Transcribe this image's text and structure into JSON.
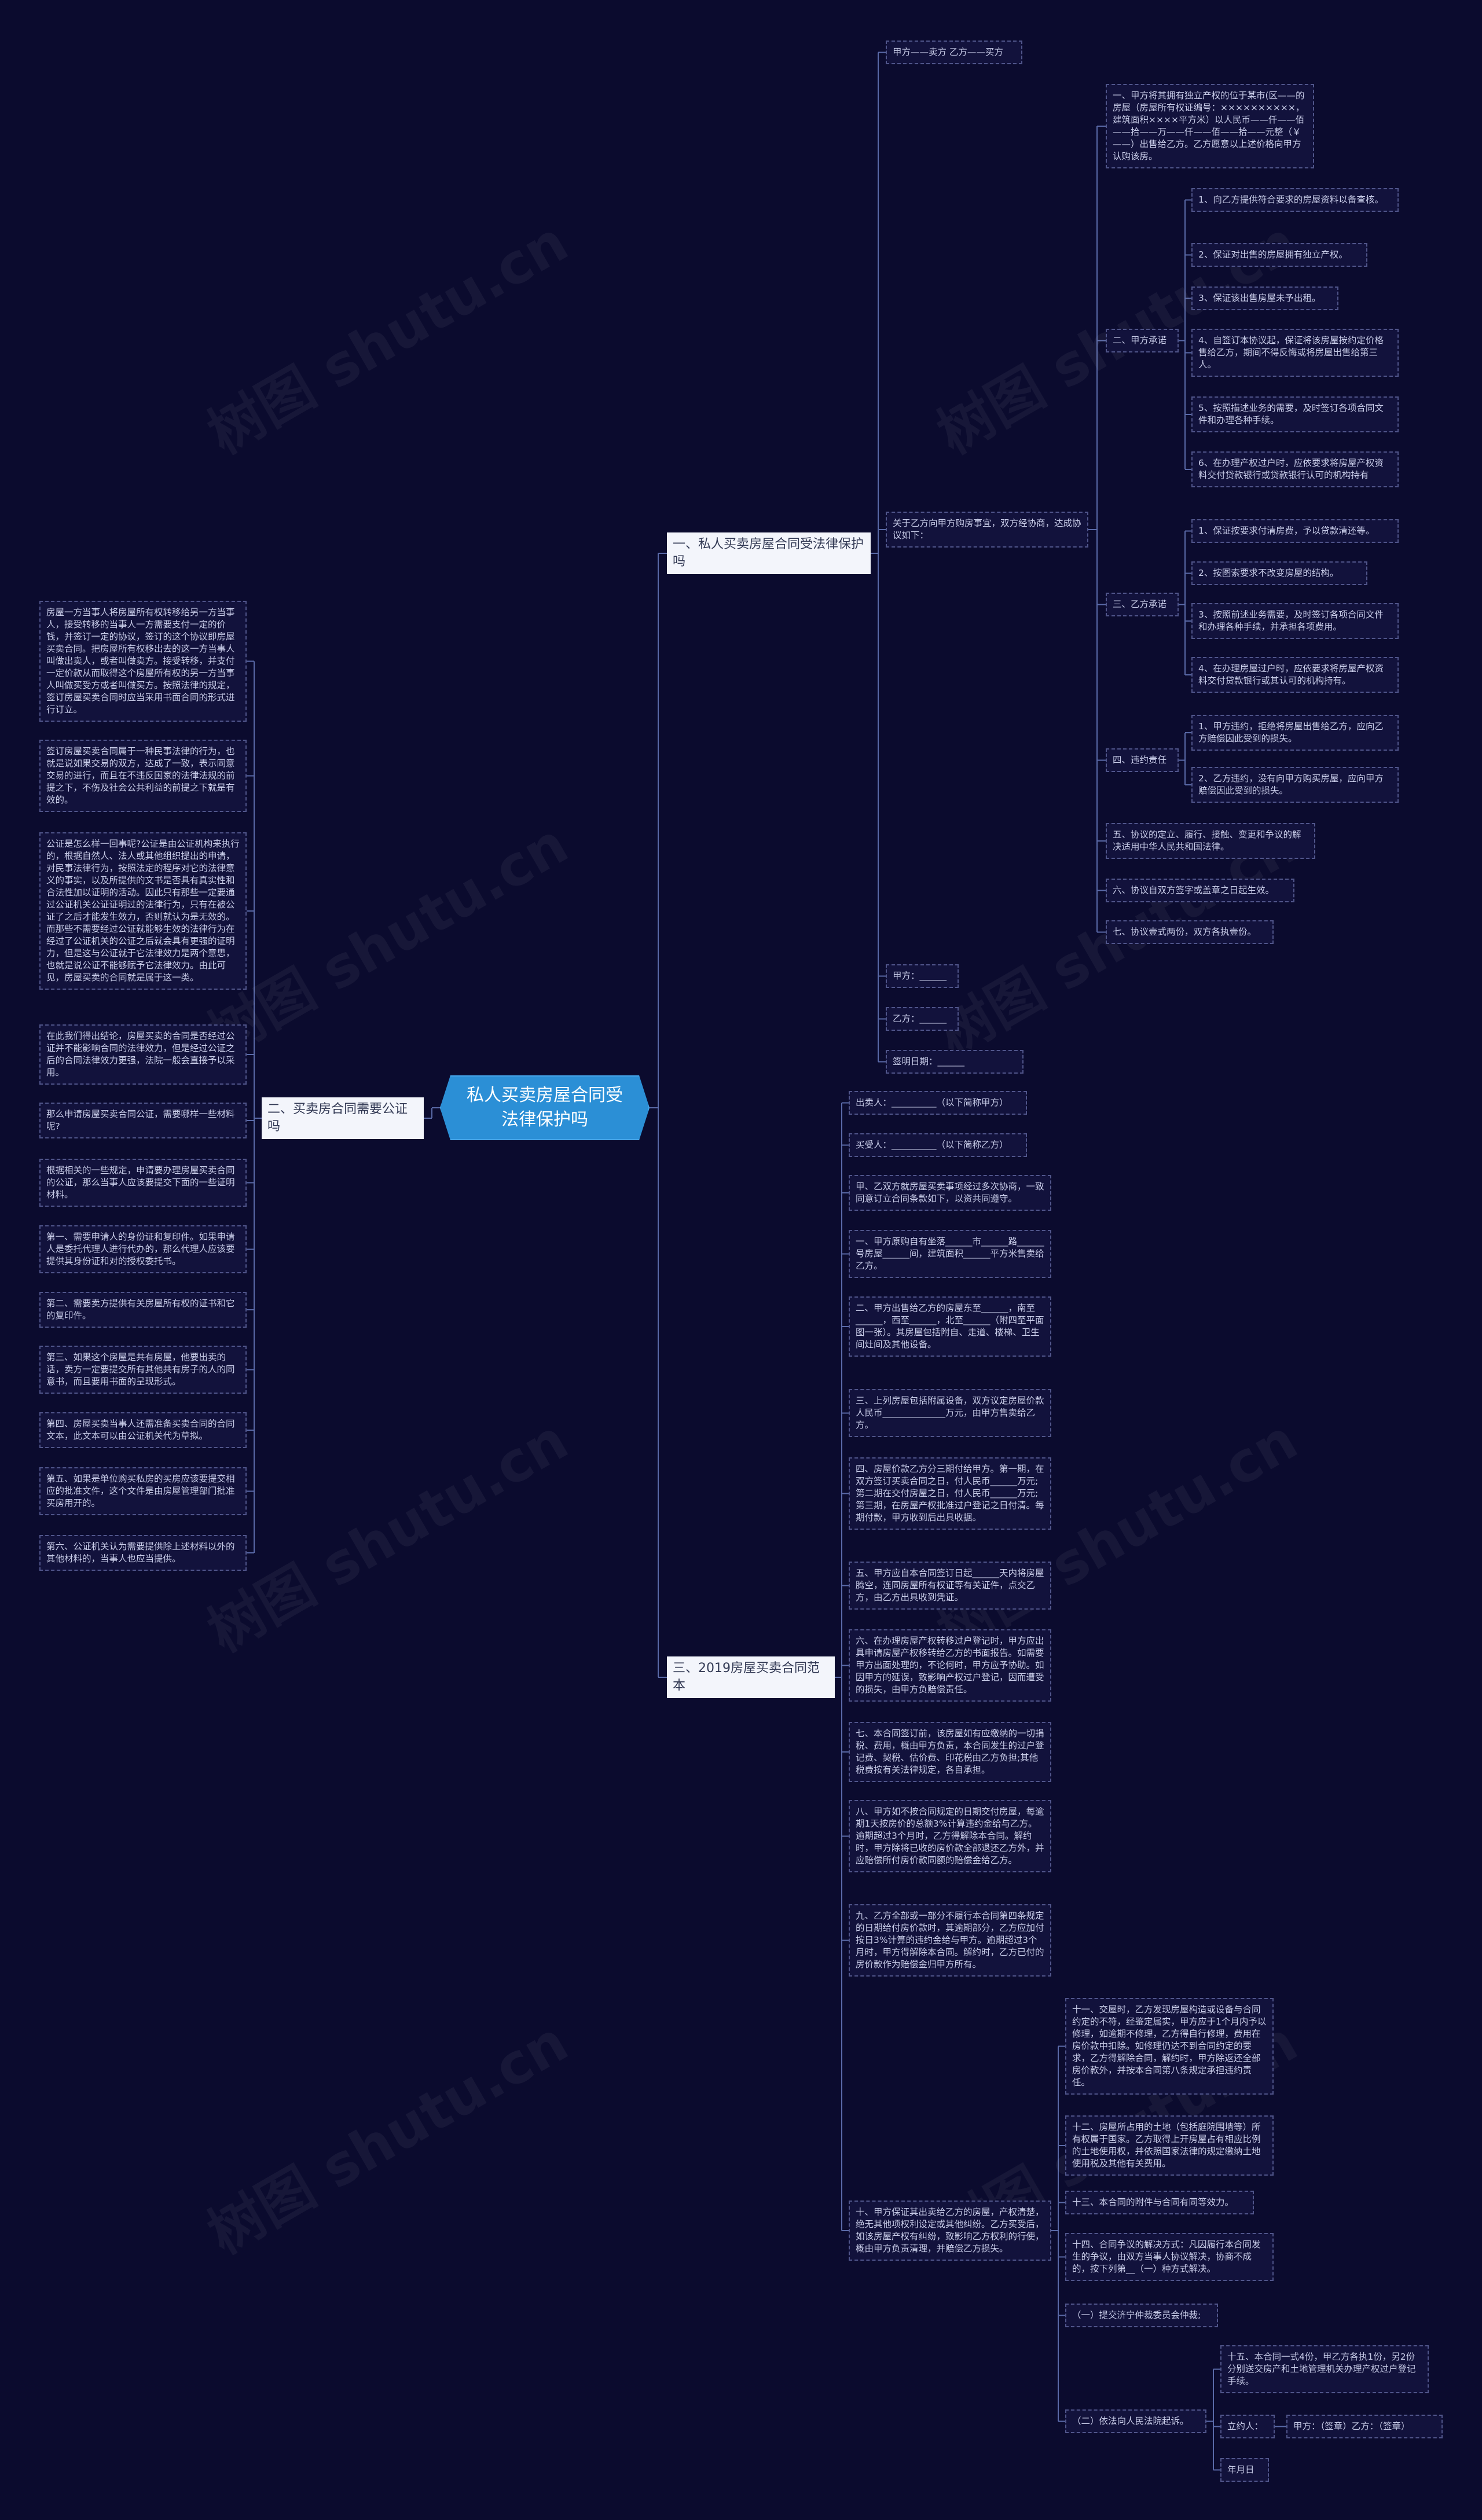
{
  "watermark": "树图 shutu.cn",
  "root": "私人买卖房屋合同受法律保护吗",
  "branches": {
    "b1": "一、私人买卖房屋合同受法律保护吗",
    "b2": "二、买卖房合同需要公证吗",
    "b3": "三、2019房屋买卖合同范本"
  },
  "b1": {
    "parties": "甲方——卖方 乙方——买方",
    "intro": "关于乙方向甲方购房事宜，双方经协商，达成协议如下：",
    "clause1": "一、甲方将其拥有独立产权的位于某市(区——的房屋（房屋所有权证编号：××××××××××，建筑面积××××平方米）以人民币——仟——佰——拾——万——仟——佰——拾——元整（￥——）出售给乙方。乙方愿意以上述价格向甲方认购该房。",
    "clause2": "二、甲方承诺",
    "c2_items": [
      "1、向乙方提供符合要求的房屋资料以备查核。",
      "2、保证对出售的房屋拥有独立产权。",
      "3、保证该出售房屋未予出租。",
      "4、自签订本协议起，保证将该房屋按约定价格售给乙方，期间不得反悔或将房屋出售给第三人。",
      "5、按照描述业务的需要，及时签订各项合同文件和办理各种手续。",
      "6、在办理产权过户时，应依要求将房屋产权资料交付贷款银行或贷款银行认可的机构持有"
    ],
    "clause3": "三、乙方承诺",
    "c3_items": [
      "1、保证按要求付清房费，予以贷款清还等。",
      "2、按图索要求不改变房屋的结构。",
      "3、按照前述业务需要，及时签订各项合同文件和办理各种手续，并承担各项费用。",
      "4、在办理房屋过户时，应依要求将房屋产权资料交付贷款银行或其认可的机构持有。"
    ],
    "clause4": "四、违约责任",
    "c4_items": [
      "1、甲方违约，拒绝将房屋出售给乙方，应向乙方赔偿因此受到的损失。",
      "2、乙方违约，没有向甲方购买房屋，应向甲方赔偿因此受到的损失。"
    ],
    "clause5": "五、协议的定立、履行、接触、变更和争议的解决适用中华人民共和国法律。",
    "clause6": "六、协议自双方签字或盖章之日起生效。",
    "clause7": "七、协议壹式两份，双方各执壹份。",
    "sig_a": "甲方：______",
    "sig_b": "乙方：______",
    "sig_date": "签明日期：______"
  },
  "b2": {
    "items": [
      "房屋一方当事人将房屋所有权转移给另一方当事人，接受转移的当事人一方需要支付一定的价钱，并签订一定的协议，签订的这个协议即房屋买卖合同。把房屋所有权移出去的这一方当事人叫做出卖人，或者叫做卖方。接受转移，并支付一定价款从而取得这个房屋所有权的另一方当事人叫做买受方或者叫做买方。按照法律的规定，签订房屋买卖合同时应当采用书面合同的形式进行订立。",
      "签订房屋买卖合同属于一种民事法律的行为，也就是说如果交易的双方，达成了一致，表示同意交易的进行，而且在不违反国家的法律法规的前提之下，不伤及社会公共利益的前提之下就是有效的。",
      "公证是怎么样一回事呢?公证是由公证机构来执行的，根据自然人、法人或其他组织提出的申请，对民事法律行为，按照法定的程序对它的法律意义的事实，以及所提供的文书是否具有真实性和合法性加以证明的活动。因此只有那些一定要通过公证机关公证证明过的法律行为，只有在被公证了之后才能发生效力，否则就认为是无效的。而那些不需要经过公证就能够生效的法律行为在经过了公证机关的公证之后就会具有更强的证明力，但是这与公证就于它法律效力是两个意思，也就是说公证不能够赋予它法律效力。由此可见，房屋买卖的合同就是属于这一类。",
      "在此我们得出结论，房屋买卖的合同是否经过公证并不能影响合同的法律效力，但是经过公证之后的合同法律效力更强，法院一般会直接予以采用。",
      "那么申请房屋买卖合同公证，需要哪样一些材料呢?",
      "根据相关的一些规定，申请要办理房屋买卖合同的公证，那么当事人应该要提交下面的一些证明材料。",
      "第一、需要申请人的身份证和复印件。如果申请人是委托代理人进行代办的，那么代理人应该要提供其身份证和对的授权委托书。",
      "第二、需要卖方提供有关房屋所有权的证书和它的复印件。",
      "第三、如果这个房屋是共有房屋，他要出卖的话，卖方一定要提交所有其他共有房子的人的同意书，而且要用书面的呈现形式。",
      "第四、房屋买卖当事人还需准备买卖合同的合同文本，此文本可以由公证机关代为草拟。",
      "第五、如果是单位购买私房的买房应该要提交相应的批准文件，这个文件是由房屋管理部门批准买房用开的。",
      "第六、公证机关认为需要提供除上述材料以外的其他材料的，当事人也应当提供。"
    ]
  },
  "b3": {
    "seller": "出卖人：__________（以下简称甲方）",
    "buyer": "买受人：__________（以下简称乙方）",
    "items": [
      "甲、乙双方就房屋买卖事项经过多次协商，一致同意订立合同条款如下，以资共同遵守。",
      "一、甲方原购自有坐落______市______路______号房屋______间，建筑面积______平方米售卖给乙方。",
      "二、甲方出售给乙方的房屋东至______，南至______，西至______，北至______（附四至平面图一张）。其房屋包括附自、走道、楼梯、卫生间灶间及其他设备。",
      "三、上列房屋包括附属设备，双方议定房屋价款人民币______________万元，由甲方售卖给乙方。",
      "四、房屋价款乙方分三期付给甲方。第一期，在双方签订买卖合同之日，付人民币______万元;第二期在交付房屋之日，付人民币______万元;第三期，在房屋产权批准过户登记之日付清。每期付款，甲方收到后出具收据。",
      "五、甲方应自本合同签订日起______天内将房屋腾空，连同房屋所有权证等有关证件，点交乙方，由乙方出具收到凭证。",
      "六、在办理房屋产权转移过户登记时，甲方应出具申请房屋产权移转给乙方的书面报告。如需要甲方出面处理的，不论何时，甲方应予协助。如因甲方的延误，致影响产权过户登记，因而遭受的损失，由甲方负赔偿责任。",
      "七、本合同签订前，该房屋如有应缴纳的一切捐税、费用，概由甲方负责，本合同发生的过户登记费、契税、估价费、印花税由乙方负担;其他税费按有关法律规定，各自承担。",
      "八、甲方如不按合同规定的日期交付房屋，每逾期1天按房价的总额3%计算违约金给与乙方。逾期超过3个月时，乙方得解除本合同。解约时，甲方除将已收的房价款全部退还乙方外，并应赔偿所付房价款同额的赔偿金给乙方。",
      "九、乙方全部或一部分不履行本合同第四条规定的日期给付房价款时，其逾期部分，乙方应加付按日3%计算的违约金给与甲方。逾期超过3个月时，甲方得解除本合同。解约时，乙方已付的房价款作为赔偿金归甲方所有。",
      "十、甲方保证其出卖给乙方的房屋，产权清楚，绝无其他项权利设定或其他纠纷。乙方买受后，如该房屋产权有纠纷，致影响乙方权利的行使，概由甲方负责清理，并赔偿乙方损失。"
    ],
    "sub": [
      "十一、交屋时，乙方发现房屋构造或设备与合同约定的不符，经鉴定属实，甲方应于1个月内予以修理，如逾期不修理，乙方得自行修理，费用在房价款中扣除。如修理仍达不到合同约定的要求，乙方得解除合同，解约时，甲方除返还全部房价款外，并按本合同第八条规定承担违约责任。",
      "十二、房屋所占用的土地（包括庭院围墙等）所有权属于国家。乙方取得上开房屋占有相应比例的土地使用权，并依照国家法律的规定缴纳土地使用税及其他有关费用。",
      "十三、本合同的附件与合同有同等效力。",
      "十四、合同争议的解决方式：凡因履行本合同发生的争议，由双方当事人协议解决，协商不成的，按下列第__（一）种方式解决。",
      "（一）提交济宁仲裁委员会仲裁;",
      "（二）依法向人民法院起诉。"
    ],
    "s15": "十五、本合同一式4份，甲乙方各执1份，另2份分别送交房产和土地管理机关办理产权过户登记手续。",
    "sign_label": "立约人：",
    "sign_parties": "甲方：（签章）乙方：（签章）",
    "sign_date": "年月日"
  },
  "colors": {
    "background": "#0b0b2e",
    "root": "#2b8fd6",
    "node_border": "#50558a",
    "wire": "#5a6aa8"
  }
}
